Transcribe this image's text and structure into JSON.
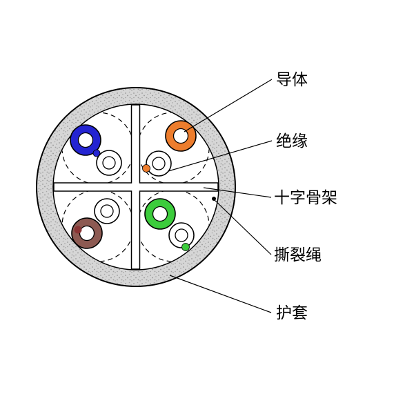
{
  "diagram": {
    "labels": {
      "conductor": "导体",
      "insulation": "绝缘",
      "cross_skeleton": "十字骨架",
      "rip_cord": "撕裂绳",
      "jacket": "护套"
    },
    "colors": {
      "pair_blue": "#2424d2",
      "pair_orange": "#ed7d2d",
      "pair_brown": "#8d5a52",
      "pair_brown_stripe": "#8a3434",
      "pair_green": "#3ccc3c",
      "jacket_fill": "#d6d6d6",
      "jacket_speckle": "#999999",
      "wire_core": "#ffffff",
      "outline": "#000000",
      "background": "#ffffff"
    }
  }
}
